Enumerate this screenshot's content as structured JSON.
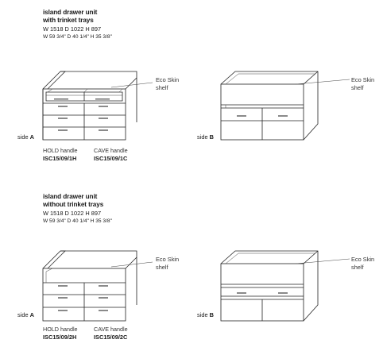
{
  "sections": [
    {
      "title_line1": "island drawer unit",
      "title_line2": "with trinket trays",
      "dims_metric": "W 1518 D 1022 H 897",
      "dims_imperial": "W 59 3/4\" D 40 1/4\" H 35 3/8\"",
      "shelf_label_a": "Eco Skin\nshelf",
      "shelf_label_b": "Eco Skin\nshelf",
      "side_a_prefix": "side",
      "side_a_letter": "A",
      "side_b_prefix": "side",
      "side_b_letter": "B",
      "handle1_name": "HOLD handle",
      "handle1_code": "ISC15/09/1H",
      "handle2_name": "CAVE handle",
      "handle2_code": "ISC15/09/1C"
    },
    {
      "title_line1": "island drawer unit",
      "title_line2": "without trinket trays",
      "dims_metric": "W 1518 D 1022 H 897",
      "dims_imperial": "W 59 3/4\" D 40 1/4\" H 35 3/8\"",
      "shelf_label_a": "Eco Skin\nshelf",
      "shelf_label_b": "Eco Skin\nshelf",
      "side_a_prefix": "side",
      "side_a_letter": "A",
      "side_b_prefix": "side",
      "side_b_letter": "B",
      "handle1_name": "HOLD handle",
      "handle1_code": "ISC15/09/2H",
      "handle2_name": "CAVE handle",
      "handle2_code": "ISC15/09/2C"
    }
  ]
}
